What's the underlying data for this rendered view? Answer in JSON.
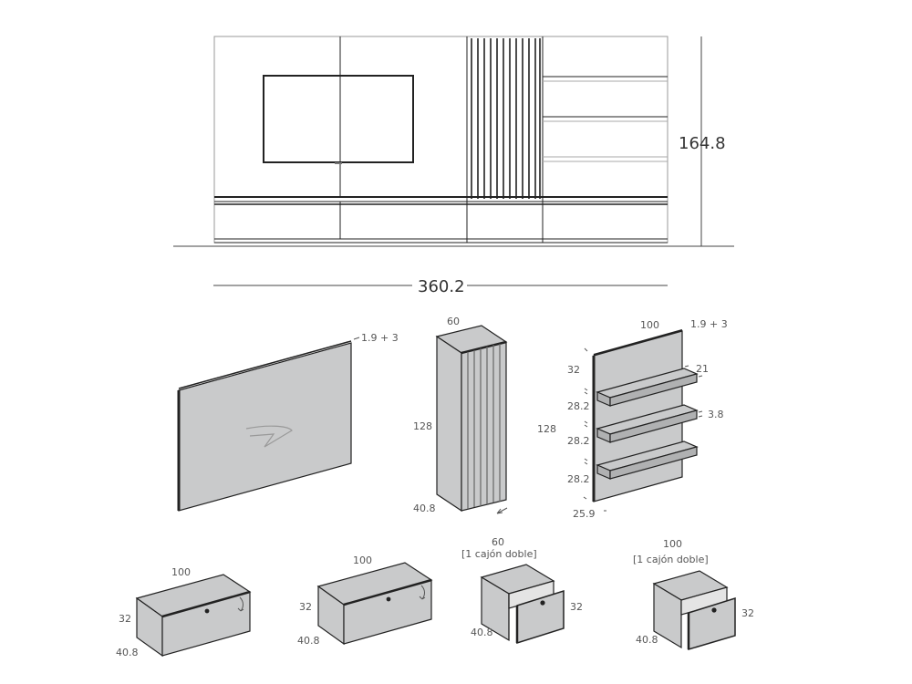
{
  "colors": {
    "line": "#222222",
    "light_line": "#999999",
    "panel_fill": "#c9cacb",
    "text": "#555555",
    "background": "#ffffff"
  },
  "elevation": {
    "width_label": "360.2",
    "height_label": "164.8"
  },
  "components": {
    "tv_panel": {
      "thickness_label": "1.9 + 3"
    },
    "tall_cabinet": {
      "width_label": "60",
      "height_label": "128",
      "depth_label": "40.8"
    },
    "shelf_panel": {
      "width_label": "100",
      "thickness_label": "1.9 + 3",
      "height_label": "128",
      "top_gap_label": "32",
      "gap1_label": "28.2",
      "gap2_label": "28.2",
      "gap3_label": "28.2",
      "bottom_gap_label": "25.9",
      "shelf_depth_label": "21",
      "shelf_thickness_label": "3.8"
    },
    "flap_unit_1": {
      "width_label": "100",
      "height_label": "32",
      "depth_label": "40.8"
    },
    "flap_unit_2": {
      "width_label": "100",
      "height_label": "32",
      "depth_label": "40.8"
    },
    "drawer_unit_60": {
      "width_label": "60",
      "note": "[1 cajón doble]",
      "height_label": "32",
      "depth_label": "40.8"
    },
    "drawer_unit_100": {
      "width_label": "100",
      "note": "[1 cajón doble]",
      "height_label": "32",
      "depth_label": "40.8"
    }
  }
}
